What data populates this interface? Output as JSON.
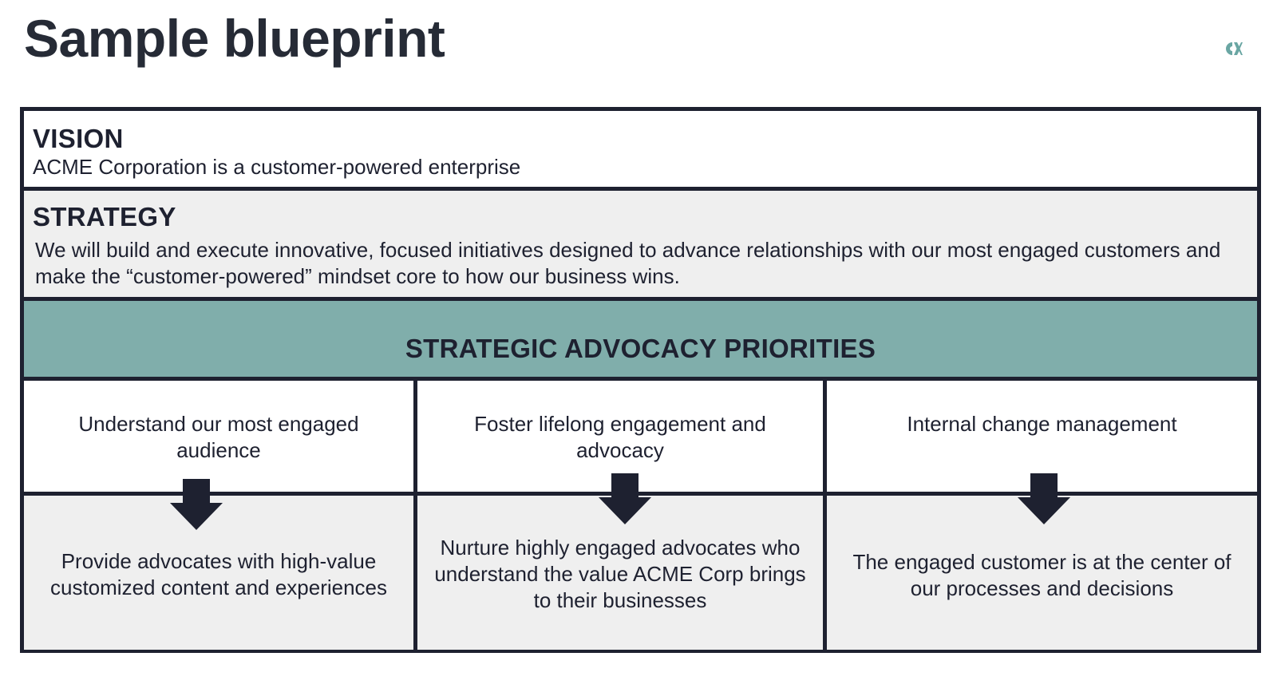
{
  "title": "Sample blueprint",
  "logo": {
    "icon": "brand-logo-icon",
    "color": "#6aa6a3"
  },
  "vision": {
    "heading": "VISION",
    "text": "ACME Corporation is a customer-powered enterprise"
  },
  "strategy": {
    "heading": "STRATEGY",
    "text": "We will build and execute innovative, focused initiatives designed to advance relationships with our most engaged customers and make the “customer-powered” mindset core to how our business wins."
  },
  "priorities": {
    "heading": "STRATEGIC ADVOCACY PRIORITIES",
    "items": [
      {
        "priority": "Understand our most engaged audience",
        "outcome": "Provide advocates with high-value customized content and experiences"
      },
      {
        "priority": "Foster lifelong engagement and advocacy",
        "outcome": "Nurture highly engaged advocates who understand the value ACME Corp brings to their businesses"
      },
      {
        "priority": "Internal change management",
        "outcome": "The engaged customer is at the center of our processes and decisions"
      }
    ]
  },
  "colors": {
    "border": "#1e2130",
    "accent": "#80aeab",
    "light_fill": "#efefef",
    "text": "#1e2130"
  }
}
